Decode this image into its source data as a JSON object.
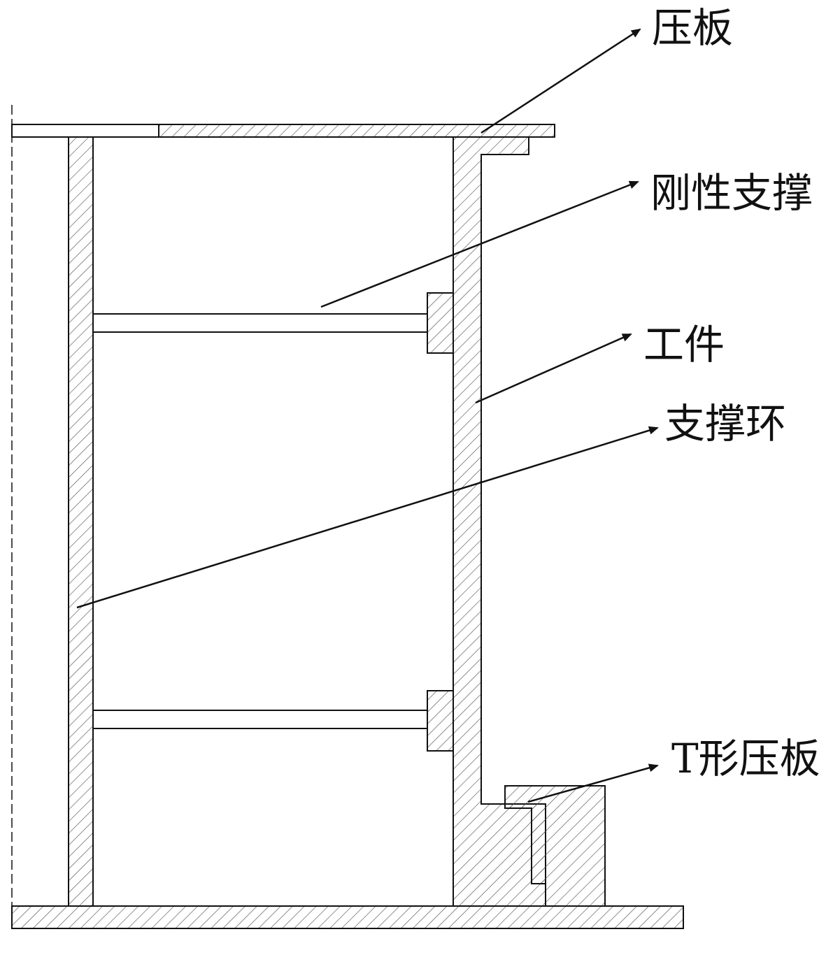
{
  "labels": {
    "pressure_plate": "压板",
    "rigid_support": "刚性支撑",
    "workpiece": "工件",
    "support_ring": "支撑环",
    "t_pressure_plate": "T形压板"
  },
  "colors": {
    "stroke": "#111111",
    "background": "#ffffff"
  }
}
